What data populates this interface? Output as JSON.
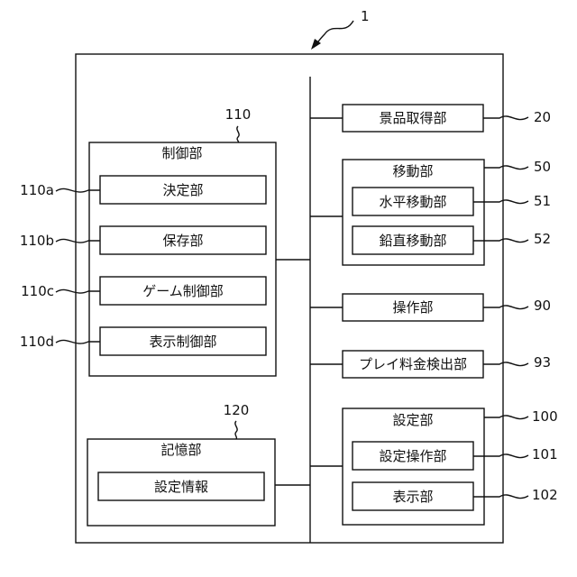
{
  "diagram": {
    "device_ref": "1",
    "control": {
      "ref": "110",
      "title": "制御部",
      "parts": [
        {
          "ref": "110a",
          "label": "決定部"
        },
        {
          "ref": "110b",
          "label": "保存部"
        },
        {
          "ref": "110c",
          "label": "ゲーム制御部"
        },
        {
          "ref": "110d",
          "label": "表示制御部"
        }
      ]
    },
    "storage": {
      "ref": "120",
      "title": "記憶部",
      "info": "設定情報"
    },
    "prize": {
      "ref": "20",
      "label": "景品取得部"
    },
    "movement": {
      "ref": "50",
      "title": "移動部",
      "parts": [
        {
          "ref": "51",
          "label": "水平移動部"
        },
        {
          "ref": "52",
          "label": "鉛直移動部"
        }
      ]
    },
    "operation": {
      "ref": "90",
      "label": "操作部"
    },
    "fee": {
      "ref": "93",
      "label": "プレイ料金検出部"
    },
    "settings": {
      "ref": "100",
      "title": "設定部",
      "parts": [
        {
          "ref": "101",
          "label": "設定操作部"
        },
        {
          "ref": "102",
          "label": "表示部"
        }
      ]
    }
  }
}
